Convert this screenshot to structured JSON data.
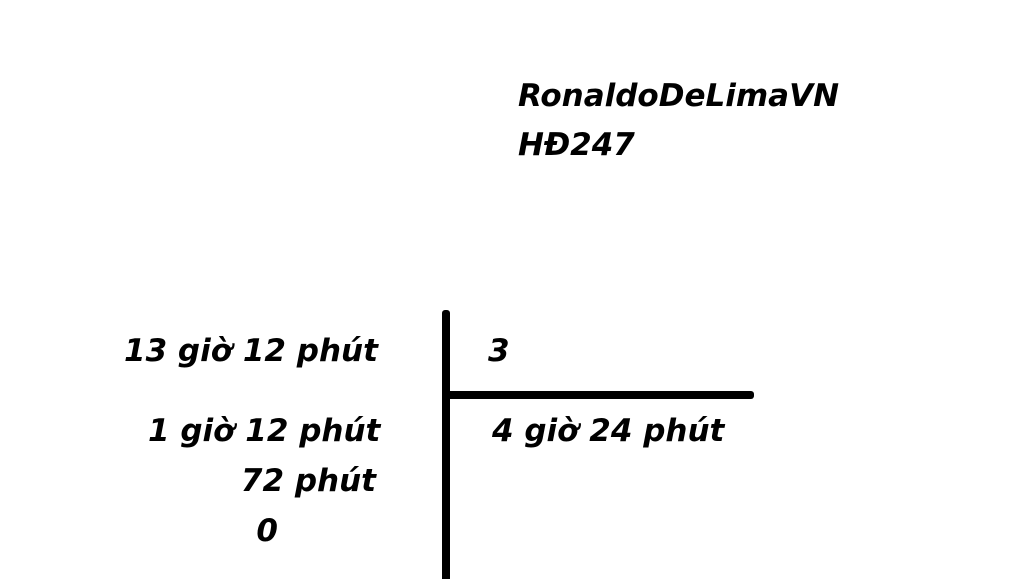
{
  "credit": {
    "author": "RonaldoDeLimaVN",
    "code": "HĐ247"
  },
  "division": {
    "dividend": "13 giờ 12 phút",
    "divisor": "3",
    "quotient": "4 giờ 24 phút",
    "steps": {
      "remainder_hours": "1 giờ 12 phút",
      "converted_minutes": "72 phút",
      "final_remainder": "0"
    }
  }
}
